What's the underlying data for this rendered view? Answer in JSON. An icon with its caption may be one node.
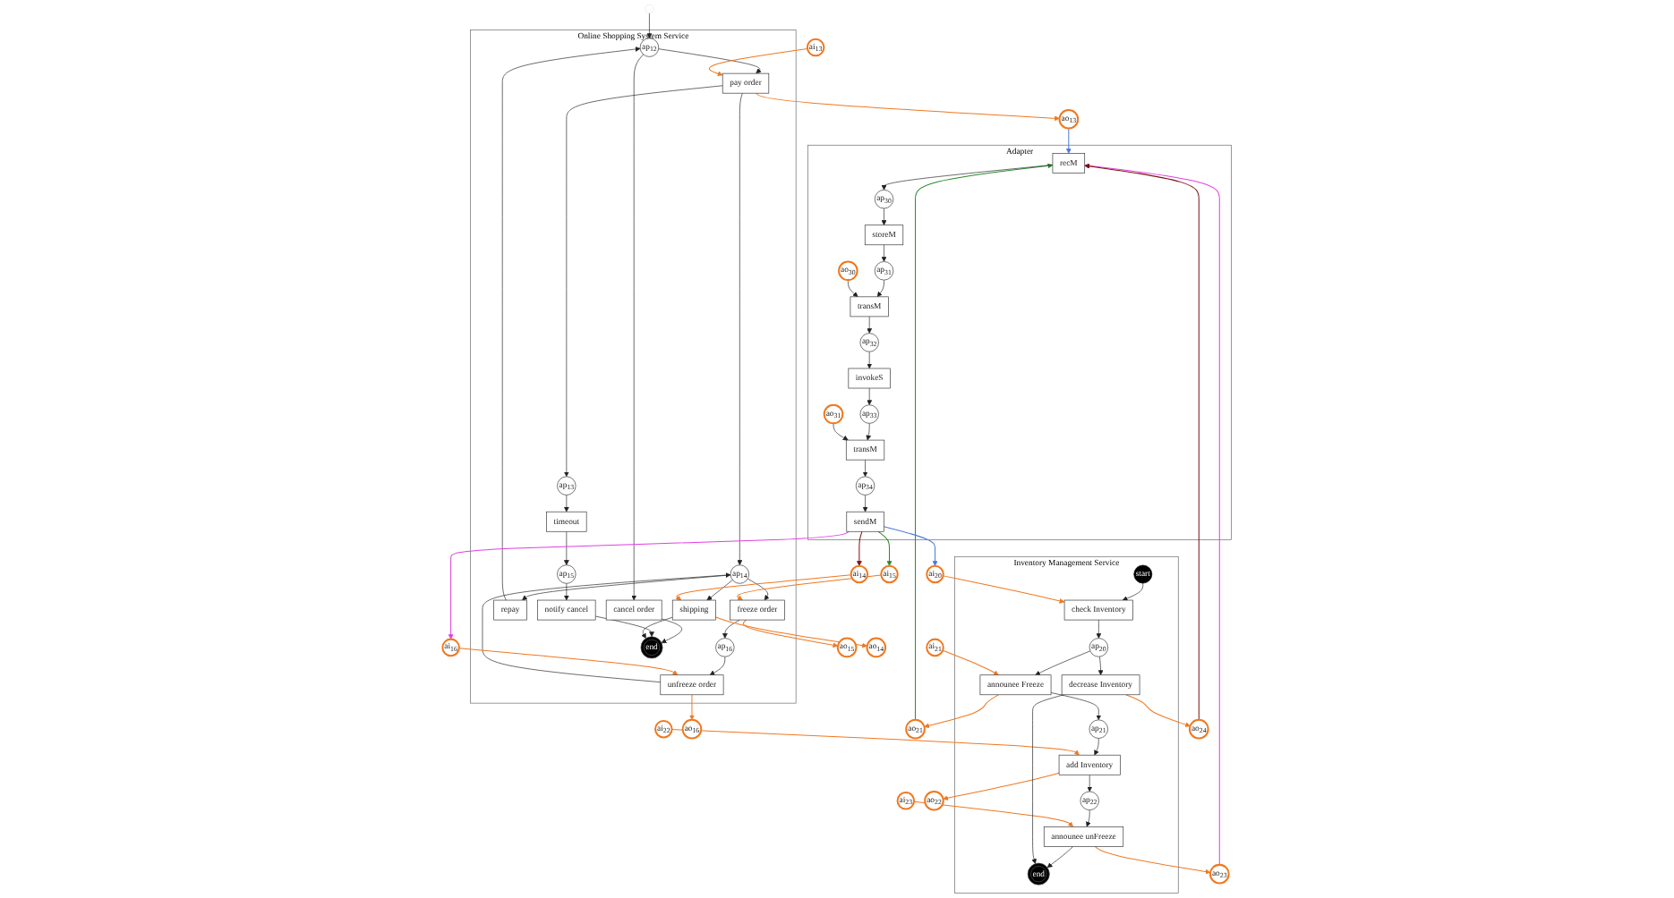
{
  "diagram": {
    "nodes": [
      {
        "text": [
          "Online Shopping System Service"
        ]
      },
      {
        "text": [
          "Adapter"
        ]
      },
      {
        "text": [
          "Inventory Management Service"
        ]
      },
      {
        "text": [
          "ap$_{12}$"
        ],
        "in": 0
      },
      {
        "text": [
          "cancel order"
        ],
        "in": 0
      },
      {
        "text": [
          "pay order"
        ],
        "in": 0
      },
      {
        "text": [
          "repay"
        ],
        "in": 0
      },
      {
        "text": [
          "ap$_{14}$"
        ],
        "in": 0
      },
      {
        "text": [
          "ap$_{13}$"
        ],
        "in": 0
      },
      {
        "text": [
          "freeze order"
        ],
        "in": 0
      },
      {
        "text": [
          "timeout"
        ],
        "in": 0
      },
      {
        "text": [
          "ap$_{16}$"
        ],
        "in": 0
      },
      {
        "text": [
          "ap$_{15}$"
        ],
        "in": 0
      },
      {
        "text": [
          "notify cancel"
        ],
        "in": 0
      },
      {
        "text": [
          "unfreeze order"
        ],
        "in": 0
      },
      {
        "text": [
          "shipping"
        ],
        "in": 0
      },
      {
        "text": [
          "end"
        ],
        "in": 0
      },
      {
        "text": [
          "ai$_{13}$"
        ]
      },
      {
        "text": [
          "ao$_{13}$"
        ]
      },
      {
        "text": [
          "ai$_{15}$"
        ]
      },
      {
        "text": [
          "ao$_{15}$"
        ]
      },
      {
        "text": [
          "ai$_{16}$"
        ]
      },
      {
        "text": [
          "ao$_{16}$"
        ]
      },
      {
        "text": [
          "ai$_{14}$"
        ]
      },
      {
        "text": [
          "ao$_{14}$"
        ]
      },
      {
        "text": [
          "recM"
        ],
        "in": 1
      },
      {
        "text": [
          "ap$_{30}$"
        ],
        "in": 1
      },
      {
        "text": [
          "storeM"
        ],
        "in": 1
      },
      {
        "text": [
          "ap$_{31}$"
        ],
        "in": 1
      },
      {
        "text": [
          "transM"
        ],
        "in": 1
      },
      {
        "text": [
          "ao$_{30}$"
        ],
        "in": 1
      },
      {
        "text": [
          "ap$_{32}$"
        ],
        "in": 1
      },
      {
        "text": [
          "invokeS"
        ],
        "in": 1
      },
      {
        "text": [
          "ap$_{33}$"
        ],
        "in": 1
      },
      {
        "text": [
          "transM"
        ],
        "in": 1
      },
      {
        "text": [
          "ao$_{31}$"
        ],
        "in": 1
      },
      {
        "text": [
          "ap$_{34}$"
        ],
        "in": 1
      },
      {
        "text": [
          "sendM"
        ],
        "in": 1
      },
      {
        "text": [
          "ai$_{20}$"
        ]
      },
      {
        "text": [
          "ao$_{21}$"
        ]
      },
      {
        "text": [
          "ai$_{21}$"
        ]
      },
      {
        "text": [
          "ao$_{22}$"
        ]
      },
      {
        "text": [
          "ai$_{22}$"
        ]
      },
      {
        "text": [
          "ao$_{23}$"
        ]
      },
      {
        "text": [
          "ai$_{23}$"
        ]
      },
      {
        "text": [
          "ao$_{24}$"
        ]
      },
      {
        "text": [
          "start"
        ],
        "in": 2
      },
      {
        "text": [
          "check Inventory"
        ],
        "in": 2
      },
      {
        "text": [
          "announee Freeze"
        ],
        "in": 2
      },
      {
        "text": [
          "ap$_{20}$"
        ],
        "in": 2
      },
      {
        "text": [
          "ap$_{21}$"
        ],
        "in": 2
      },
      {
        "text": [
          "add Inventory"
        ],
        "in": 2
      },
      {
        "text": [
          "ap$_{22}$"
        ],
        "in": 2
      },
      {
        "text": [
          "announee unFreeze"
        ],
        "in": 2
      },
      {
        "text": [
          "decrease Inventory"
        ],
        "in": 2
      },
      {
        "text": [
          "end"
        ],
        "in": 2
      }
    ],
    "edges": [
      {
        "from": null,
        "to": 3,
        "arrow": "to"
      },
      {
        "from": 3,
        "to": 5,
        "arrow": "to"
      },
      {
        "from": 3,
        "to": 4,
        "arrow": "to"
      },
      {
        "from": 6,
        "to": 3,
        "arrow": "to"
      },
      {
        "from": 5,
        "to": 7,
        "arrow": "to"
      },
      {
        "from": 5,
        "to": 8,
        "arrow": "to"
      },
      {
        "from": 7,
        "to": 6,
        "arrow": "to"
      },
      {
        "from": 7,
        "to": 9,
        "arrow": "to"
      },
      {
        "from": 8,
        "to": 10,
        "arrow": "to"
      },
      {
        "from": 10,
        "to": 12,
        "arrow": "to"
      },
      {
        "from": 12,
        "to": 13,
        "arrow": "to"
      },
      {
        "from": 9,
        "to": 11,
        "arrow": "to"
      },
      {
        "from": 11,
        "to": 14,
        "arrow": "to"
      },
      {
        "from": 14,
        "to": 7,
        "arrow": "to"
      },
      {
        "from": 7,
        "to": 15,
        "arrow": "to"
      },
      {
        "from": 4,
        "to": 16,
        "arrow": "to"
      },
      {
        "from": 13,
        "to": 16,
        "arrow": "to"
      },
      {
        "from": 15,
        "to": 16,
        "arrow": "to"
      },
      {
        "from": 17,
        "to": 5,
        "arrow": "to",
        "color": "#f07820"
      },
      {
        "from": 5,
        "to": 18,
        "arrow": "to",
        "color": "#f07820"
      },
      {
        "from": 19,
        "to": 9,
        "arrow": "to",
        "color": "#f07820"
      },
      {
        "from": 9,
        "to": 20,
        "arrow": "to",
        "color": "#f07820"
      },
      {
        "from": 21,
        "to": 14,
        "arrow": "to",
        "color": "#f07820"
      },
      {
        "from": 14,
        "to": 22,
        "arrow": "to",
        "color": "#f07820"
      },
      {
        "from": 23,
        "to": 15,
        "arrow": "to",
        "color": "#f07820"
      },
      {
        "from": 15,
        "to": 24,
        "arrow": "to",
        "color": "#f07820"
      },
      {
        "from": 18,
        "to": 25,
        "arrow": "to",
        "color": "#4a78e0"
      },
      {
        "from": 39,
        "to": 25,
        "arrow": "to",
        "color": "#2a8a2a"
      },
      {
        "from": 43,
        "to": 25,
        "arrow": "to",
        "color": "#e040e0"
      },
      {
        "from": 45,
        "to": 25,
        "arrow": "to",
        "color": "#7a1010"
      },
      {
        "from": 25,
        "to": 26,
        "arrow": "to"
      },
      {
        "from": 26,
        "to": 27,
        "arrow": "to"
      },
      {
        "from": 27,
        "to": 28,
        "arrow": "to"
      },
      {
        "from": 28,
        "to": 29,
        "arrow": "to"
      },
      {
        "from": 30,
        "to": 29,
        "arrow": "to"
      },
      {
        "from": 29,
        "to": 31,
        "arrow": "to"
      },
      {
        "from": 31,
        "to": 32,
        "arrow": "to"
      },
      {
        "from": 32,
        "to": 33,
        "arrow": "to"
      },
      {
        "from": 33,
        "to": 34,
        "arrow": "to"
      },
      {
        "from": 35,
        "to": 34,
        "arrow": "to"
      },
      {
        "from": 34,
        "to": 36,
        "arrow": "to"
      },
      {
        "from": 36,
        "to": 37,
        "arrow": "to"
      },
      {
        "from": 37,
        "to": 19,
        "arrow": "to",
        "color": "#2a8a2a"
      },
      {
        "from": 37,
        "to": 21,
        "arrow": "to",
        "color": "#e040e0"
      },
      {
        "from": 37,
        "to": 23,
        "arrow": "to",
        "color": "#7a1010"
      },
      {
        "from": 37,
        "to": 38,
        "arrow": "to",
        "color": "#4a78e0"
      },
      {
        "from": 46,
        "to": 47,
        "arrow": "to"
      },
      {
        "from": 38,
        "to": 47,
        "arrow": "to",
        "color": "#f07820"
      },
      {
        "from": 47,
        "to": 49,
        "arrow": "to"
      },
      {
        "from": 49,
        "to": 48,
        "arrow": "to"
      },
      {
        "from": 48,
        "to": 39,
        "arrow": "to",
        "color": "#f07820"
      },
      {
        "from": 40,
        "to": 48,
        "arrow": "to",
        "color": "#f07820"
      },
      {
        "from": 48,
        "to": 50,
        "arrow": "to"
      },
      {
        "from": 50,
        "to": 51,
        "arrow": "to"
      },
      {
        "from": 51,
        "to": 41,
        "arrow": "to",
        "color": "#f07820"
      },
      {
        "from": 42,
        "to": 51,
        "arrow": "to",
        "color": "#f07820"
      },
      {
        "from": 51,
        "to": 52,
        "arrow": "to"
      },
      {
        "from": 52,
        "to": 53,
        "arrow": "to"
      },
      {
        "from": 53,
        "to": 43,
        "arrow": "to",
        "color": "#f07820"
      },
      {
        "from": 44,
        "to": 53,
        "arrow": "to",
        "color": "#f07820"
      },
      {
        "from": 49,
        "to": 54,
        "arrow": "to"
      },
      {
        "from": 54,
        "to": 45,
        "arrow": "to",
        "color": "#f07820"
      },
      {
        "from": 53,
        "to": 55,
        "arrow": "to"
      },
      {
        "from": 54,
        "to": 55,
        "arrow": "to"
      }
    ]
  }
}
